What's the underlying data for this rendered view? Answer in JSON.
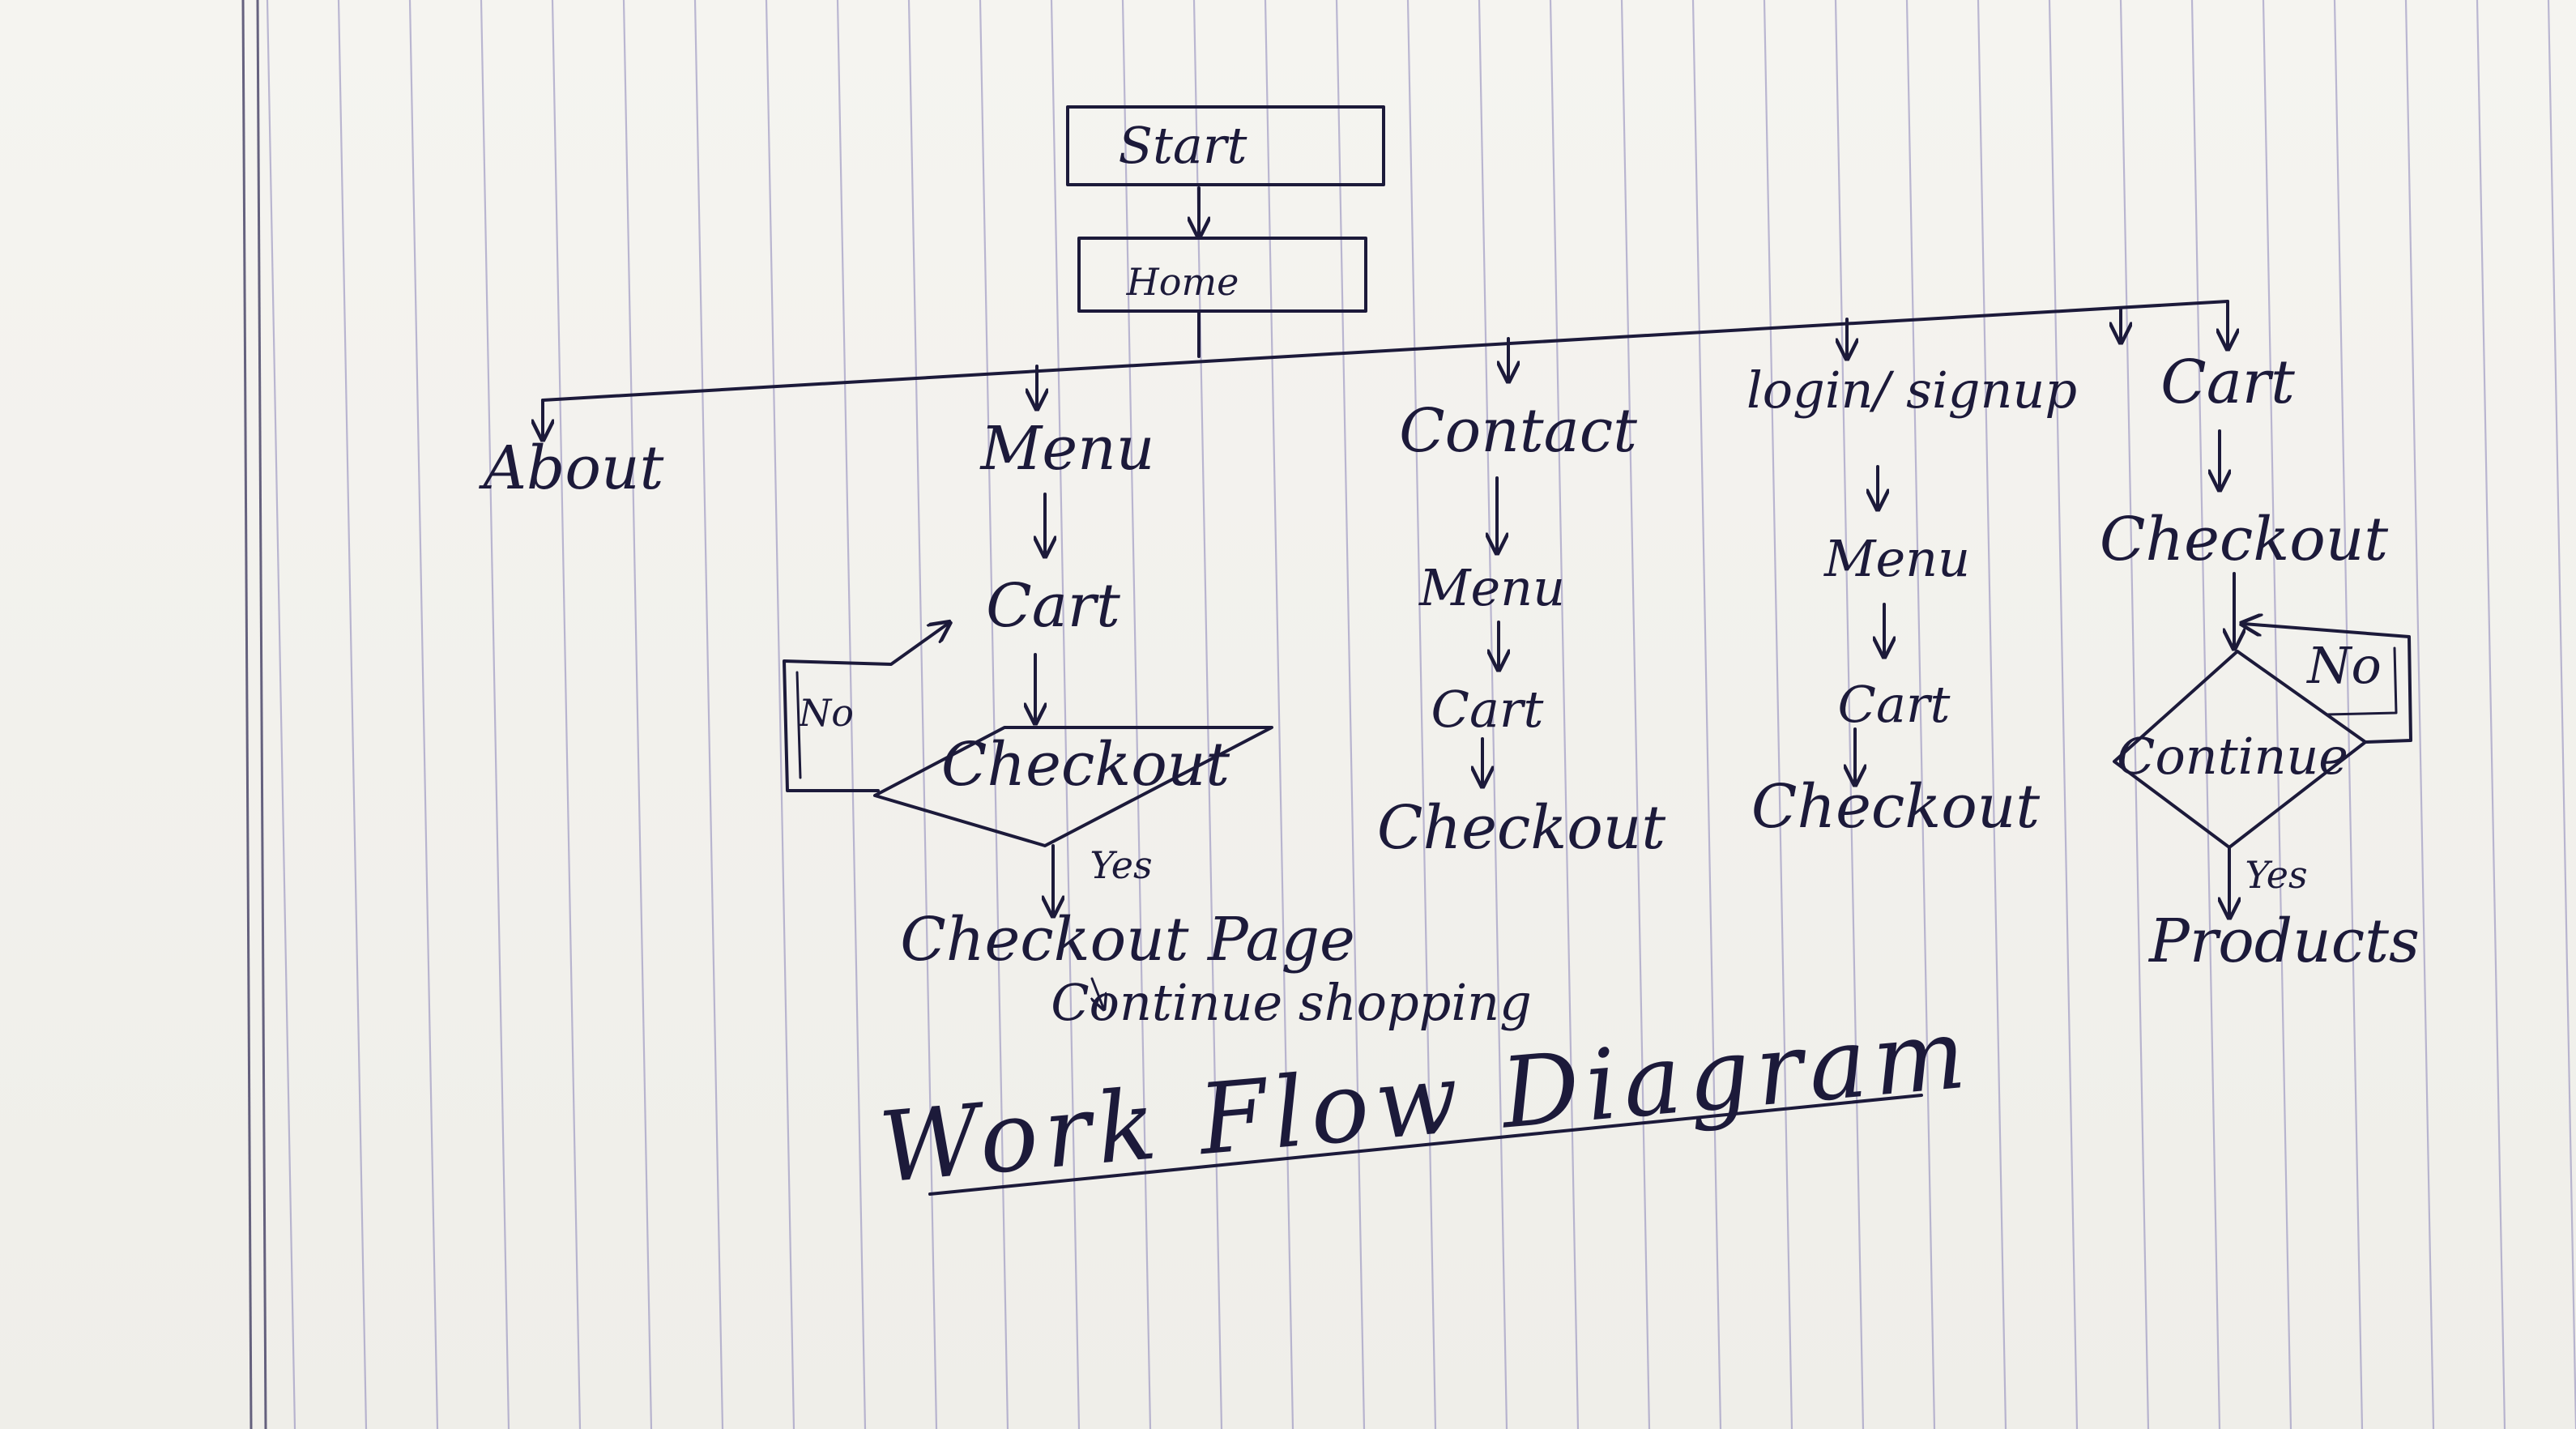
{
  "nodes": {
    "start": "Start",
    "home": "Home",
    "about": "About",
    "menu": "Menu",
    "menu_cart": "Cart",
    "menu_no": "No",
    "menu_checkout": "Checkout",
    "menu_yes": "Yes",
    "checkout_page": "Checkout Page",
    "continue_shopping": "Continue shopping",
    "contact": "Contact",
    "contact_menu": "Menu",
    "contact_cart": "Cart",
    "contact_checkout": "Checkout",
    "login": "login/ signup",
    "login_menu": "Menu",
    "login_cart": "Cart",
    "login_checkout": "Checkout",
    "cart": "Cart",
    "cart_checkout": "Checkout",
    "cart_continue": "Continue",
    "cart_no": "No",
    "cart_yes": "Yes",
    "products": "Products"
  },
  "title": "Work Flow Diagram",
  "colors": {
    "ink": "#1c1a3a",
    "paper": "#f3f2ee",
    "rule": "#8a84b8"
  }
}
